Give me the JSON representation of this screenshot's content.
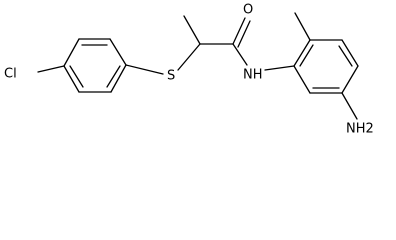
{
  "molecule": {
    "atoms": {
      "cl": "Cl",
      "s": "S",
      "o": "O",
      "nh": "NH",
      "nh2": "NH2"
    }
  }
}
